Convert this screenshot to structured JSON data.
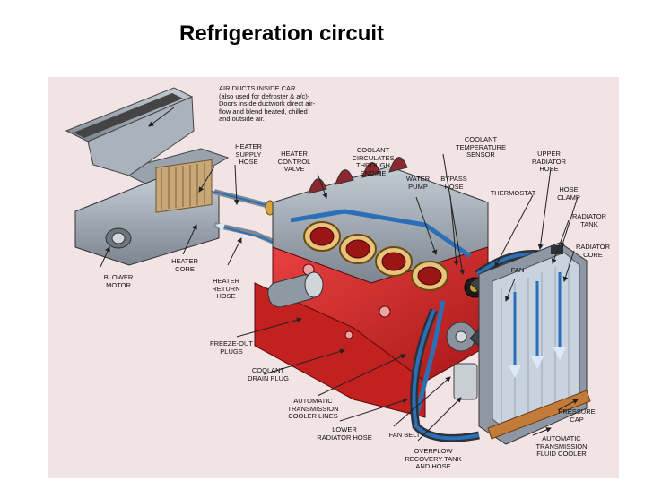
{
  "title": "Refrigeration circuit",
  "colors": {
    "background": "#f2e3e5",
    "engine_block": "#d62a2a",
    "metal": "#9aa3ad",
    "coolant_flow": "#2b6fb8",
    "radiator": "#b9c4d2"
  },
  "labels": {
    "air_ducts": "AIR DUCTS INSIDE CAR\n(also used for defroster & a/c)-\nDoors inside ductwork direct air-\nflow and blend heated, chilled\nand outside air.",
    "heater_supply_hose": "HEATER\nSUPPLY\nHOSE",
    "heater_control_valve": "HEATER\nCONTROL\nVALVE",
    "coolant_circulates": "COOLANT\nCIRCULATES\nTHROUGH\nENGINE",
    "coolant_temp_sensor": "COOLANT\nTEMPERATURE\nSENSOR",
    "upper_radiator_hose": "UPPER\nRADIATOR\nHOSE",
    "water_pump": "WATER\nPUMP",
    "bypass_hose": "BYPASS\nHOSE",
    "thermostat": "THERMOSTAT",
    "hose_clamp": "HOSE\nCLAMP",
    "radiator_tank": "RADIATOR\nTANK",
    "radiator_core": "RADIATOR\nCORE",
    "fan": "FAN",
    "heater_core": "HEATER\nCORE",
    "heater_return_hose": "HEATER\nRETURN\nHOSE",
    "blower_motor": "BLOWER\nMOTOR",
    "freeze_out_plugs": "FREEZE-OUT\nPLUGS",
    "coolant_drain_plug": "COOLANT\nDRAIN PLUG",
    "auto_trans_cooler_lines": "AUTOMATIC\nTRANSMISSION\nCOOLER LINES",
    "lower_radiator_hose": "LOWER\nRADIATOR HOSE",
    "fan_belt": "FAN BELT",
    "overflow_tank": "OVERFLOW\nRECOVERY TANK\nAND HOSE",
    "pressure_cap": "PRESSURE\nCAP",
    "auto_trans_fluid_cooler": "AUTOMATIC\nTRANSMISSION\nFLUID COOLER"
  }
}
